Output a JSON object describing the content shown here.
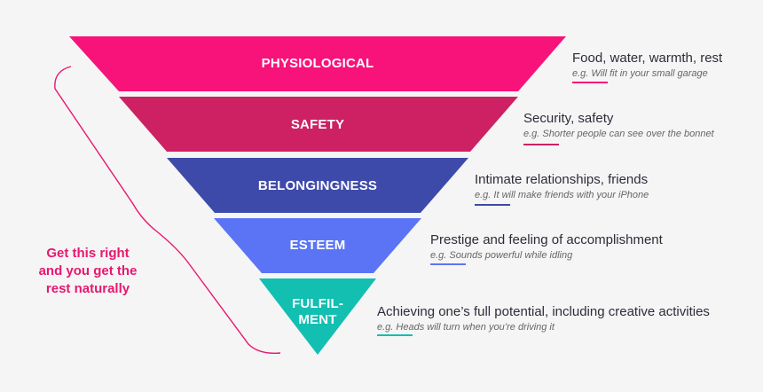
{
  "levels": [
    {
      "label_lines": [
        "PHYSIOLOGICAL"
      ],
      "description": "Food, water, warmth, rest",
      "example": "e.g. Will fit in your small garage",
      "color": "#f7137a"
    },
    {
      "label_lines": [
        "SAFETY"
      ],
      "description": "Security, safety",
      "example": "e.g. Shorter people can see over the bonnet",
      "color": "#cd2163"
    },
    {
      "label_lines": [
        "BELONGINGNESS"
      ],
      "description": "Intimate relationships, friends",
      "example": "e.g. It will make friends with your iPhone",
      "color": "#3d4aaa"
    },
    {
      "label_lines": [
        "ESTEEM"
      ],
      "description": "Prestige and feeling of accomplishment",
      "example": "e.g. Sounds powerful while idling",
      "color": "#5b74f5"
    },
    {
      "label_lines": [
        "FULFIL-",
        "MENT"
      ],
      "description": "Achieving one’s full potential, including creative activities",
      "example": "e.g. Heads will turn when you’re driving it",
      "color": "#12bfb1"
    }
  ],
  "callout": {
    "lines": [
      "Get this right",
      "and you get the",
      "rest naturally"
    ],
    "color": "#e8176f"
  }
}
